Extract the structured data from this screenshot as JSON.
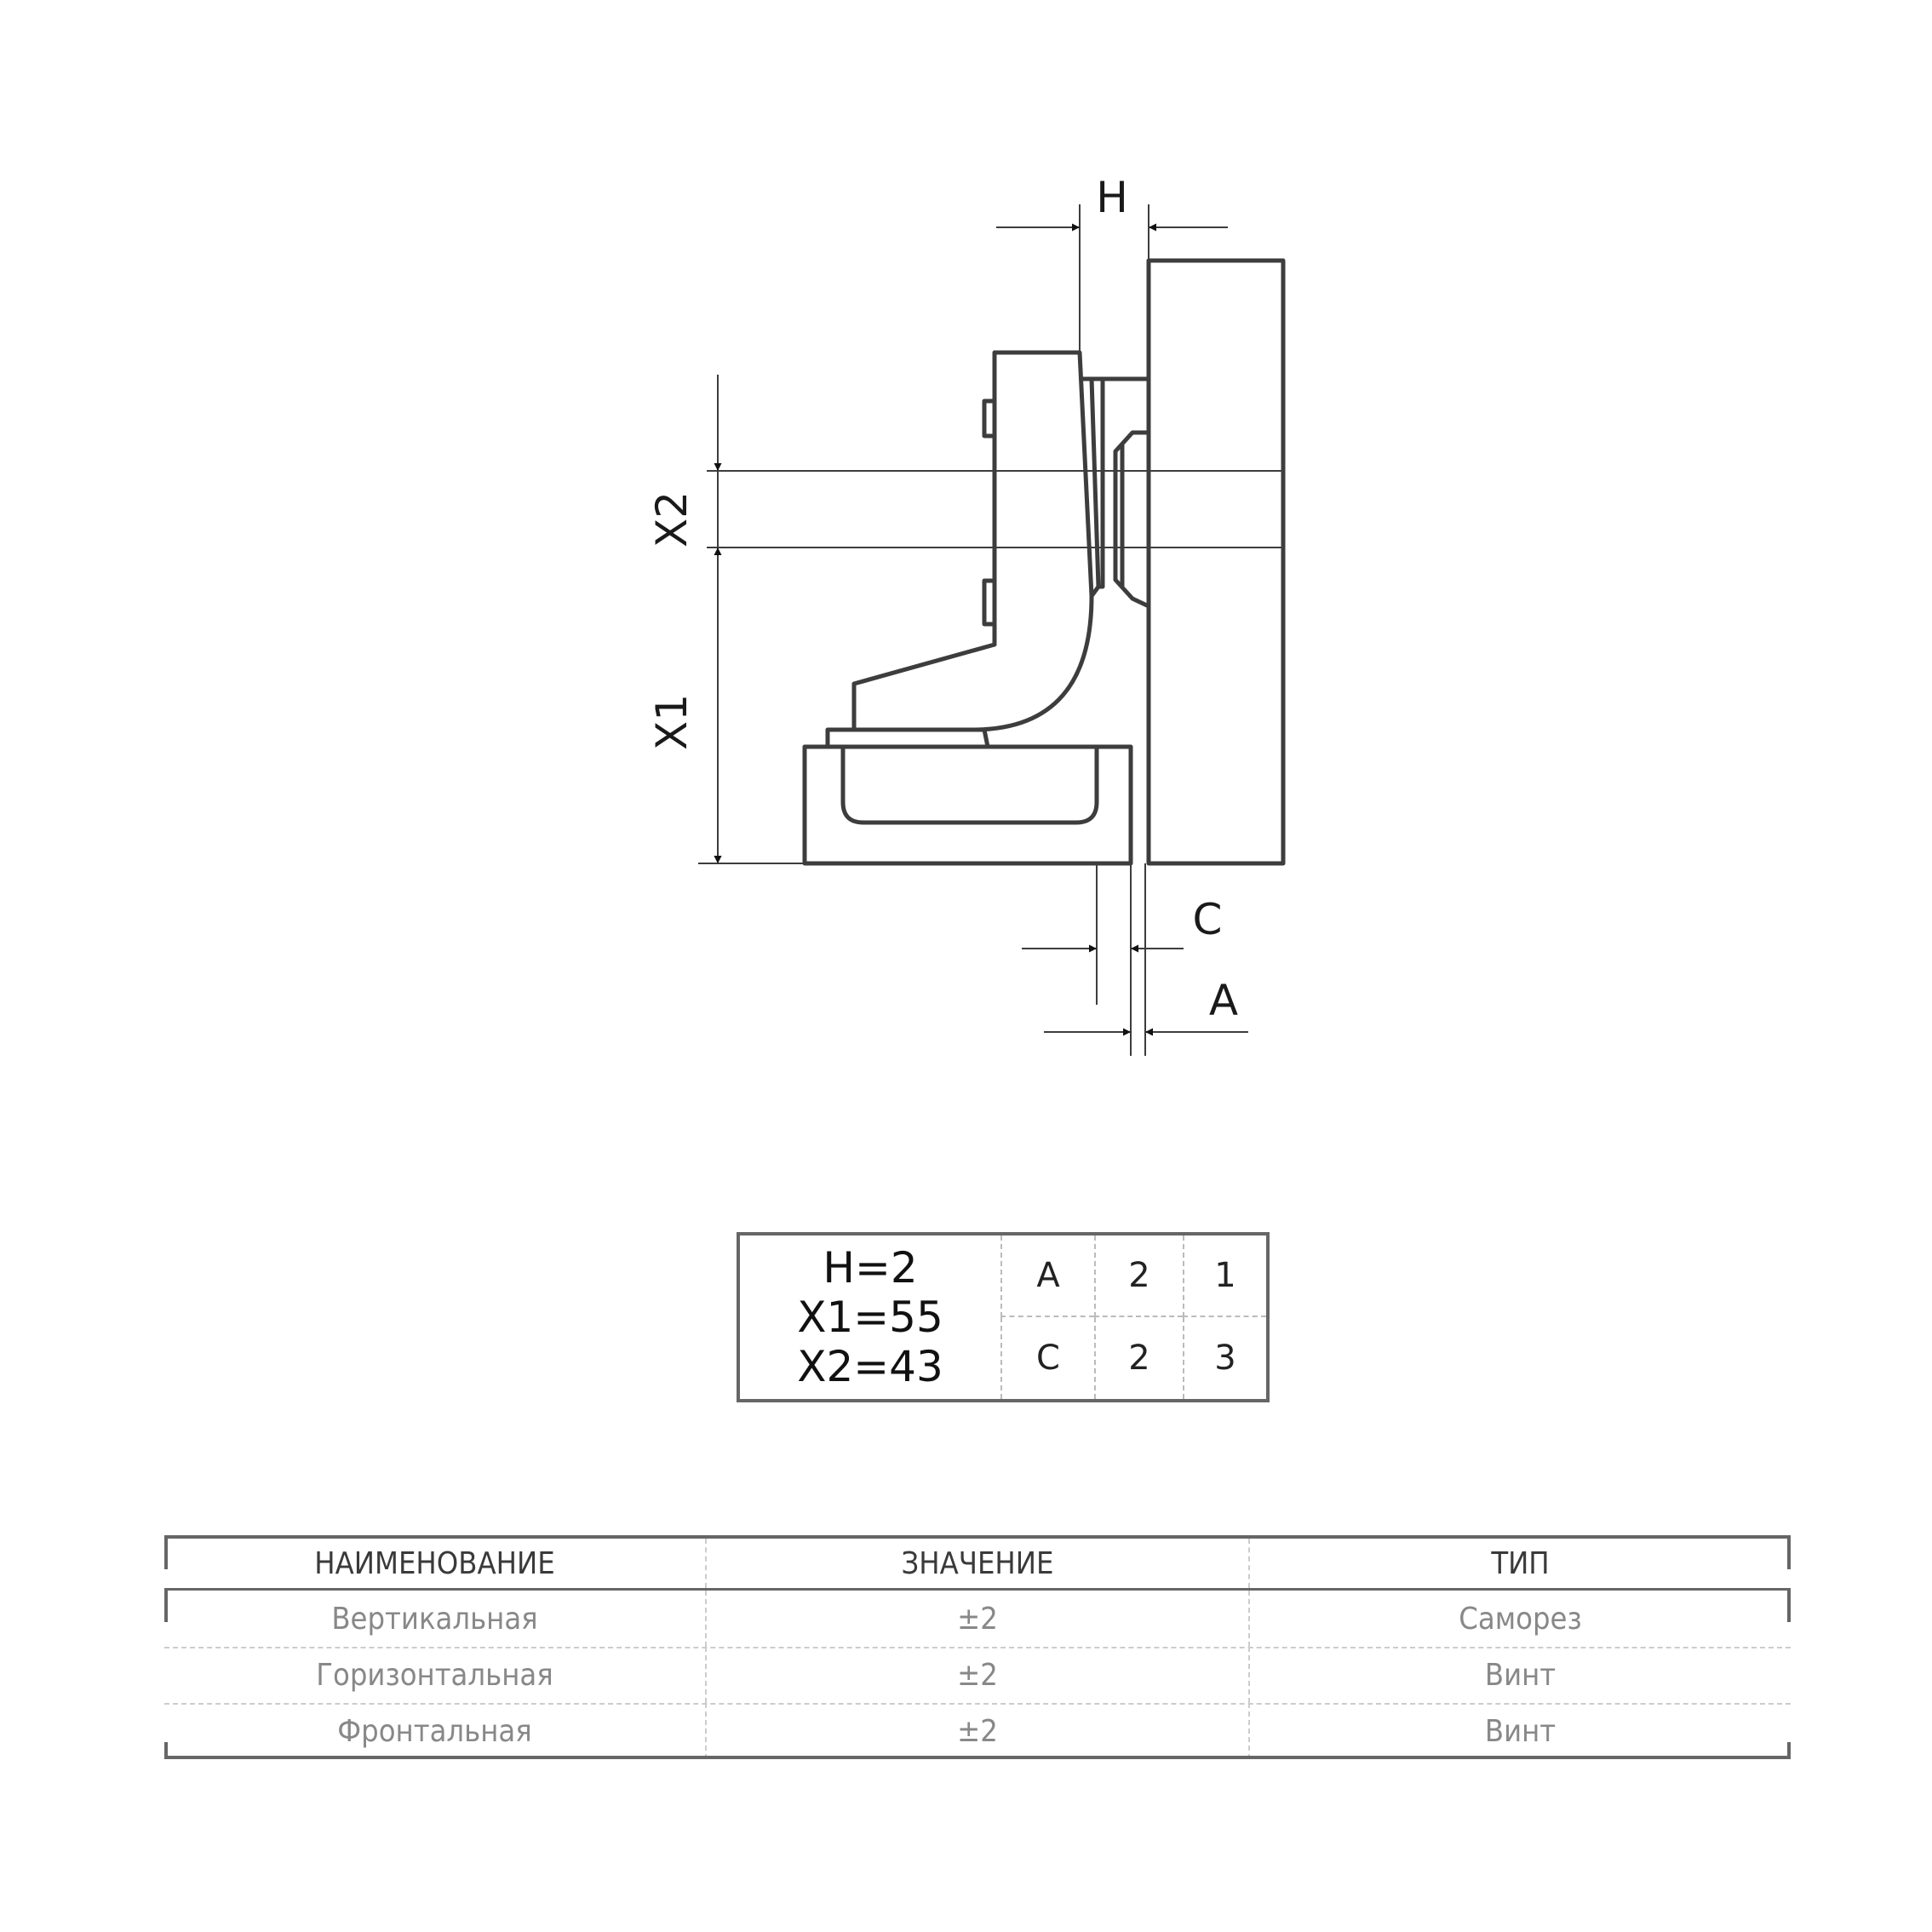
{
  "drawing": {
    "labels": {
      "h": "H",
      "x1": "X1",
      "x2": "X2",
      "c": "C",
      "a": "A"
    }
  },
  "params": {
    "lines": [
      "H=2",
      "X1=55",
      "X2=43"
    ],
    "rows": [
      {
        "key": "A",
        "v1": "2",
        "v2": "1"
      },
      {
        "key": "C",
        "v1": "2",
        "v2": "3"
      }
    ]
  },
  "adjustment": {
    "headers": [
      "НАИМЕНОВАНИЕ",
      "ЗНАЧЕНИЕ",
      "ТИП"
    ],
    "rows": [
      {
        "name": "Вертикальная",
        "value": "±2",
        "type": "Саморез"
      },
      {
        "name": "Горизонтальная",
        "value": "±2",
        "type": "Винт"
      },
      {
        "name": "Фронтальная",
        "value": "±2",
        "type": "Винт"
      }
    ]
  },
  "colors": {
    "line": "#3d3d3d",
    "frame": "#666666"
  }
}
